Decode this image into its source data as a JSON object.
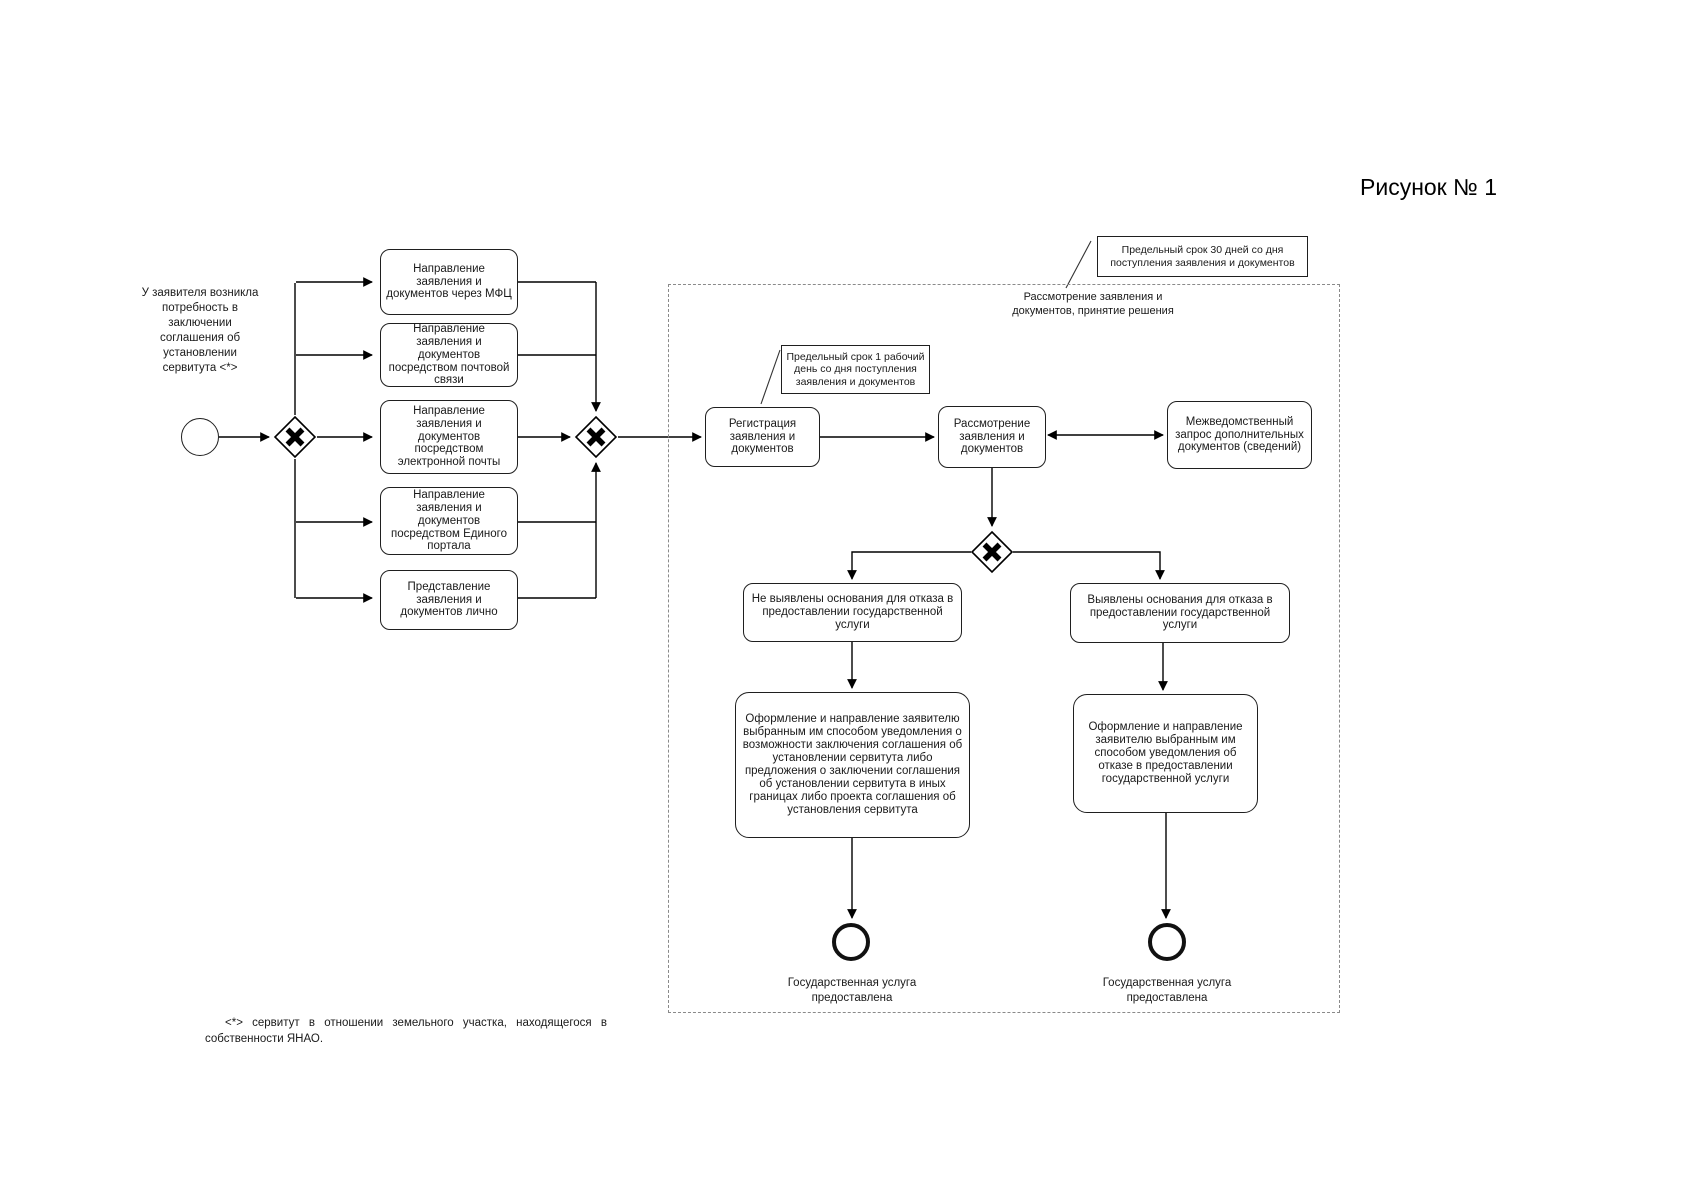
{
  "title": "Рисунок № 1",
  "diagram": {
    "start": "У заявителя возникла потребность в заключении соглашения об установлении сервитута <*>",
    "channels": [
      "Направление заявления и документов через МФЦ",
      "Направление заявления и документов посредством почтовой связи",
      "Направление заявления и документов посредством электронной почты",
      "Направление заявления и документов посредством Единого портала",
      "Представление заявления и документов лично"
    ],
    "subprocess_label": "Рассмотрение заявления и документов, принятие решения",
    "annotation_term_30_days": "Предельный срок 30 дней со дня поступления заявления и документов",
    "annotation_term_1_day": "Предельный срок 1 рабочий день со дня поступления заявления и документов",
    "task_registration": "Регистрация заявления и документов",
    "task_review": "Рассмотрение заявления и документов",
    "task_interagency": "Межведомственный запрос дополнительных документов (сведений)",
    "outcome_no_refusal": "Не выявлены основания для отказа в предоставлении государственной услуги",
    "outcome_refusal": "Выявлены основания для отказа в предоставлении государственной услуги",
    "action_grant": "Оформление и направление заявителю выбранным им способом уведомления о возможности заключения соглашения об установлении сервитута либо предложения о заключении соглашения об установлении сервитута в иных границах либо проекта соглашения об установления сервитута",
    "action_refuse": "Оформление и направление заявителю выбранным им способом уведомления об отказе в предоставлении государственной услуги",
    "end_left": "Государственная услуга предоставлена",
    "end_right": "Государственная услуга предоставлена"
  },
  "footnote": "<*> сервитут в отношении земельного участка, находящегося в собственности ЯНАО.",
  "colors": {
    "line": "#000000",
    "dashed_boundary": "#8a8a8a",
    "text": "#1a1a1a",
    "background": "#ffffff"
  }
}
